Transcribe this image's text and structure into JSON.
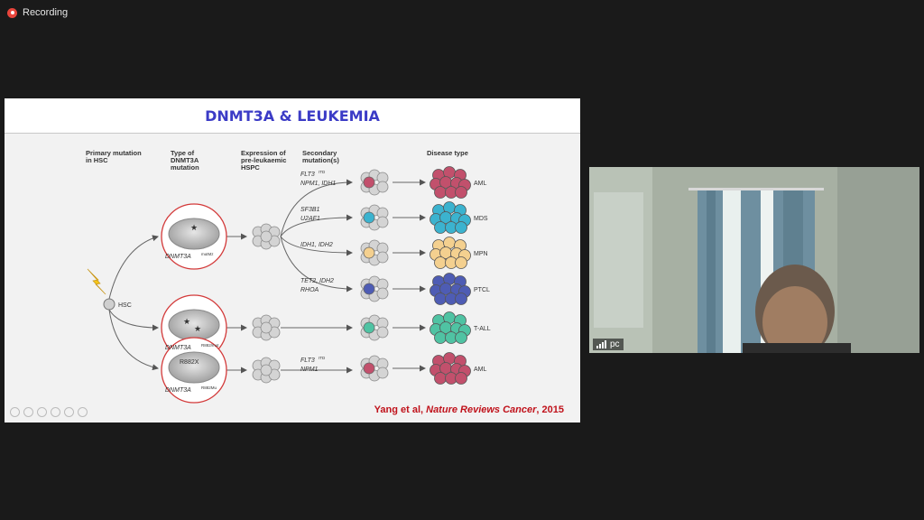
{
  "recording": {
    "label": "Recording"
  },
  "slide": {
    "title": "DNMT3A & LEUKEMIA",
    "headers": {
      "primary": [
        "Primary mutation",
        "in HSC"
      ],
      "type": [
        "Type of",
        "DNMT3A",
        "mutation"
      ],
      "expression": [
        "Expression of",
        "pre-leukaemic",
        "HSPC"
      ],
      "secondary": [
        "Secondary",
        "mutation(s)"
      ],
      "disease": "Disease type"
    },
    "hsc_label": "HSC",
    "mutation_types": [
      "DNMT3A",
      "DNMT3A",
      "DNMT3A"
    ],
    "mutation_superscripts": [
      "mutMz",
      "R882/mut",
      "R882Mu"
    ],
    "r882_label": "R882X",
    "rows": [
      {
        "secondary": [
          "FLT3",
          "NPM1, IDH1"
        ],
        "sup": "ITD",
        "disease": "AML",
        "color": "#c2506c"
      },
      {
        "secondary": [
          "SF3B1",
          "U2AF1"
        ],
        "sup": "",
        "disease": "MDS",
        "color": "#3bb3cf"
      },
      {
        "secondary": [
          "IDH1, IDH2",
          ""
        ],
        "sup": "",
        "disease": "MPN",
        "color": "#f4d08f"
      },
      {
        "secondary": [
          "TET2, IDH2",
          "RHOA"
        ],
        "sup": "",
        "disease": "PTCL",
        "color": "#4e5cb4"
      },
      {
        "secondary": [
          "",
          ""
        ],
        "sup": "",
        "disease": "T-ALL",
        "color": "#4fc3a3"
      },
      {
        "secondary": [
          "FLT3",
          "NPM1"
        ],
        "sup": "ITD",
        "disease": "AML",
        "color": "#c2506c"
      }
    ],
    "citation": {
      "prefix": "Yang et al, ",
      "journal": "Nature Reviews Cancer",
      "suffix": ", 2015"
    }
  },
  "participant": {
    "name": "pc"
  },
  "colors": {
    "title": "#3b3bc6",
    "citation": "#c0121b",
    "ring": "#d33a3a",
    "background": "#1a1a1a"
  }
}
